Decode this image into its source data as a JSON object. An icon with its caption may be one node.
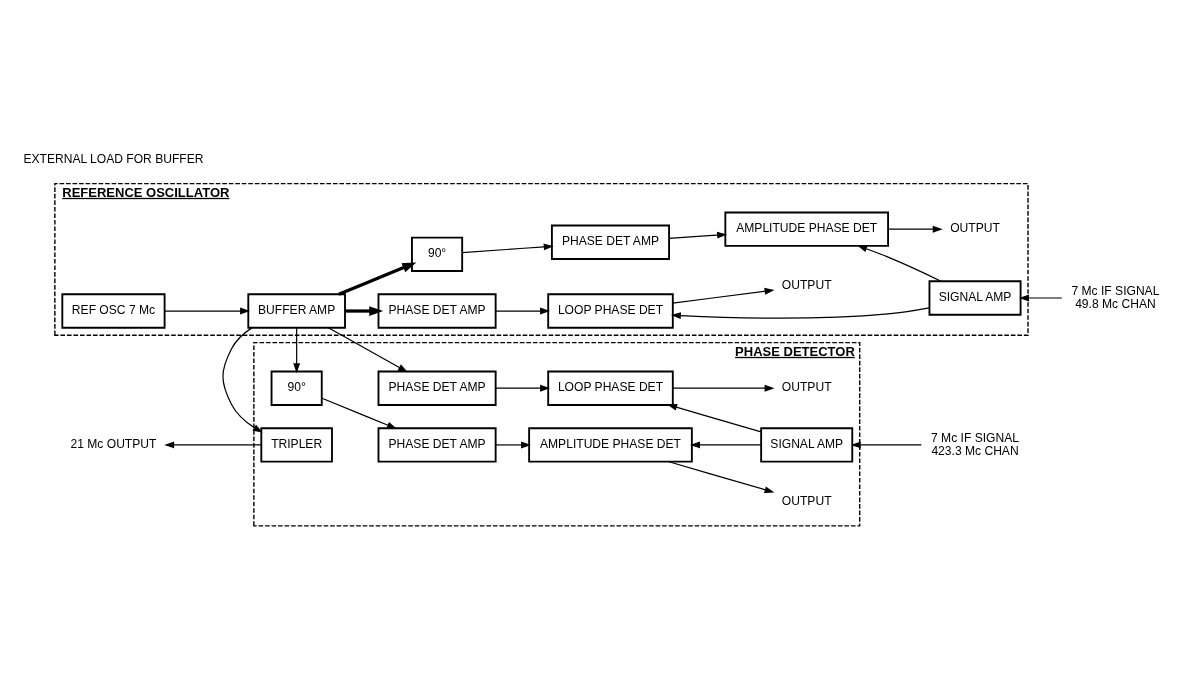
{
  "diagram": {
    "nodes": [
      {
        "text": [
          "REFERENCE OSCILLATOR"
        ]
      },
      {
        "text": [
          "REF OSC 7 Mc"
        ],
        "in": 0
      },
      {
        "text": [
          "BUFFER AMP"
        ],
        "in": 0
      },
      {
        "text": [
          "PHASE DET AMP"
        ],
        "in": 0
      },
      {
        "text": [
          "LOOP PHASE DET"
        ],
        "in": 0
      },
      {
        "text": [
          "90°"
        ],
        "in": 0
      },
      {
        "text": [
          "PHASE DET AMP"
        ],
        "in": 0
      },
      {
        "text": [
          "AMPLITUDE PHASE DET"
        ],
        "in": 0
      },
      {
        "text": [
          "SIGNAL AMP"
        ],
        "in": 0
      },
      {
        "text": [
          "OUTPUT"
        ],
        "in": 0
      },
      {
        "text": [
          "OUTPUT"
        ],
        "in": 0
      },
      {
        "text": [
          "7 Mc IF SIGNAL",
          "49.8 Mc CHAN"
        ]
      },
      {
        "text": [
          "PHASE DETECTOR"
        ]
      },
      {
        "text": [
          "PHASE DET AMP"
        ],
        "in": 12
      },
      {
        "text": [
          "LOOP PHASE DET"
        ],
        "in": 12
      },
      {
        "text": [
          "90°"
        ],
        "in": 12
      },
      {
        "text": [
          "PHASE DET AMP"
        ],
        "in": 12
      },
      {
        "text": [
          "AMPLITUDE PHASE DET"
        ],
        "in": 12
      },
      {
        "text": [
          "SIGNAL AMP"
        ],
        "in": 12
      },
      {
        "text": [
          "OUTPUT"
        ],
        "in": 12
      },
      {
        "text": [
          "OUTPUT"
        ],
        "in": 12
      },
      {
        "text": [
          "TRIPLER"
        ],
        "in": 12
      },
      {
        "text": [
          "21 Mc OUTPUT"
        ]
      },
      {
        "text": [
          "7 Mc IF SIGNAL",
          "423.3 Mc CHAN"
        ]
      }
    ],
    "edges": [
      {
        "from": 1,
        "to": 2,
        "arrow": "to"
      },
      {
        "from": 2,
        "to": 3,
        "arrow": "to",
        "style": "thick"
      },
      {
        "from": 2,
        "to": 5,
        "arrow": "to",
        "style": "thick"
      },
      {
        "from": 3,
        "to": 4,
        "arrow": "to"
      },
      {
        "from": 5,
        "to": 6,
        "arrow": "to"
      },
      {
        "from": 6,
        "to": 7,
        "arrow": "to"
      },
      {
        "from": 8,
        "to": 4,
        "arrow": "to"
      },
      {
        "from": 8,
        "to": 7,
        "arrow": "to"
      },
      {
        "from": 11,
        "to": 8,
        "arrow": "to"
      },
      {
        "from": 4,
        "to": 9,
        "arrow": "to"
      },
      {
        "from": 7,
        "to": 10,
        "arrow": "to"
      },
      {
        "from": 2,
        "to": 13,
        "arrow": "to"
      },
      {
        "from": 2,
        "to": 15,
        "arrow": "to"
      },
      {
        "from": 2,
        "to": 21,
        "arrow": "to"
      },
      {
        "from": 13,
        "to": 14,
        "arrow": "to"
      },
      {
        "from": 15,
        "to": 16,
        "arrow": "to"
      },
      {
        "from": 16,
        "to": 17,
        "arrow": "to"
      },
      {
        "from": 18,
        "to": 14,
        "arrow": "to"
      },
      {
        "from": 18,
        "to": 17,
        "arrow": "to"
      },
      {
        "from": 23,
        "to": 18,
        "arrow": "to"
      },
      {
        "from": 14,
        "to": 19,
        "arrow": "to"
      },
      {
        "from": 17,
        "to": 20,
        "arrow": "to"
      },
      {
        "from": 21,
        "to": 22,
        "arrow": "to"
      }
    ],
    "labels": [
      "EXTERNAL LOAD FOR BUFFER"
    ]
  }
}
